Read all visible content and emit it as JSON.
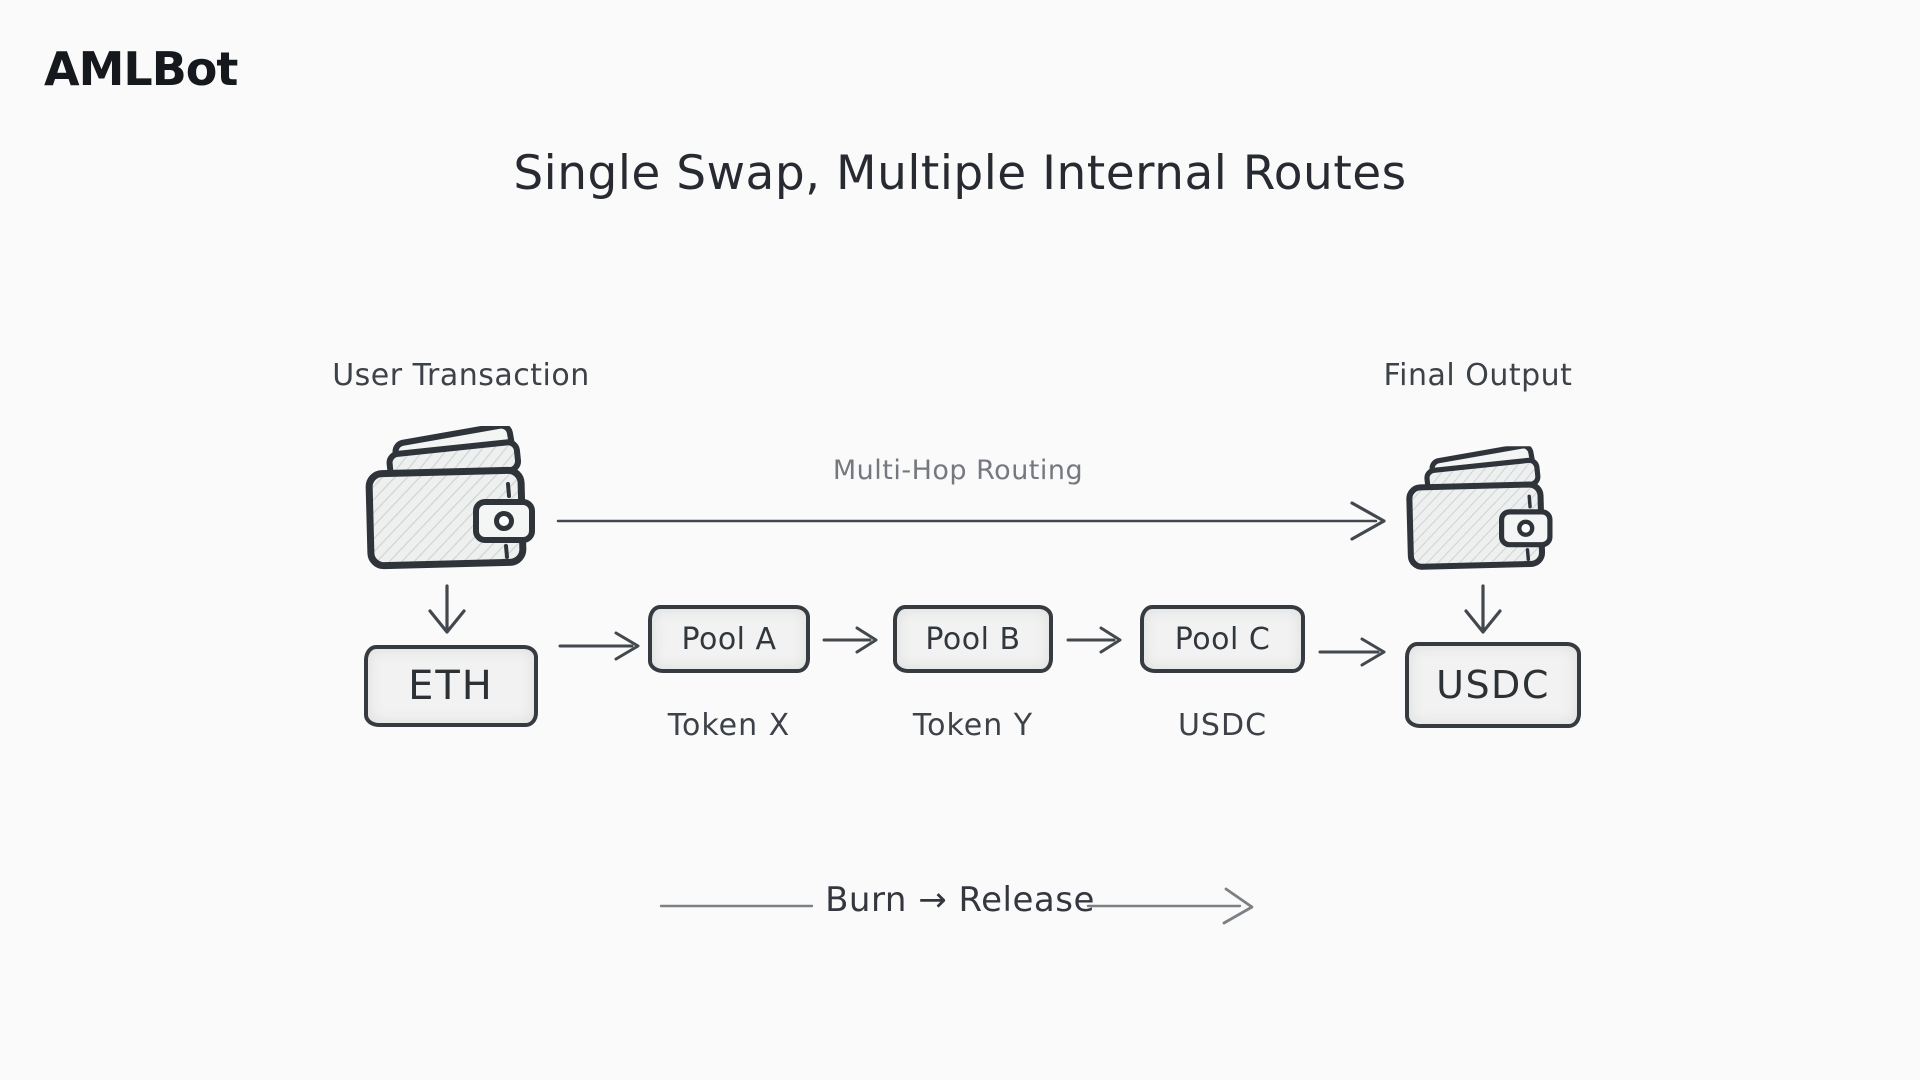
{
  "brand": {
    "logo_text": "AMLBot"
  },
  "title": "Single Swap, Multiple Internal Routes",
  "diagram": {
    "source": {
      "label": "User Transaction",
      "icon": "wallet-icon",
      "token": "ETH"
    },
    "destination": {
      "label": "Final Output",
      "icon": "wallet-icon",
      "token": "USDC"
    },
    "routing_label": "Multi-Hop Routing",
    "pools": [
      {
        "label": "Pool A",
        "token": "Token X"
      },
      {
        "label": "Pool B",
        "token": "Token Y"
      },
      {
        "label": "Pool C",
        "token": "USDC"
      }
    ],
    "bottom_label": "Burn → Release",
    "arrows": [
      "wallet-to-wallet-multi-hop",
      "wallet-down-to-eth",
      "eth-to-pool-a",
      "pool-a-to-pool-b",
      "pool-b-to-pool-c",
      "pool-c-to-usdc",
      "down-to-usdc-wallet",
      "burn-release-arrow"
    ]
  },
  "colors": {
    "background": "#fafafb",
    "ink": "#2f343a",
    "box_fill": "#f1f2f1",
    "box_border": "#363b41",
    "muted_text": "#75797f",
    "label_text": "#3d4248",
    "logo_text": "#15181c"
  }
}
